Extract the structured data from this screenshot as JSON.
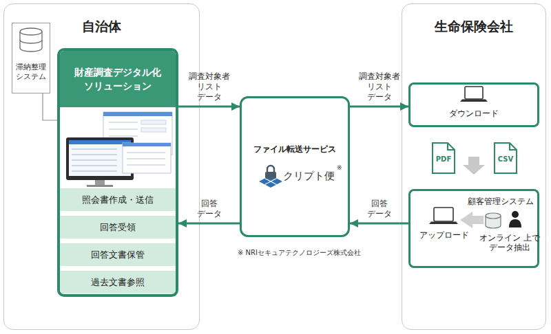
{
  "diagram": {
    "nodes": [
      {
        "text": [
          "自治体"
        ]
      },
      {
        "text": [
          "滞納整理 システム"
        ],
        "in": 0
      },
      {
        "text": [
          "財産調査デジタル化 ソリューション"
        ],
        "in": 0
      },
      {
        "text": [
          "照会書作成・送信"
        ],
        "in": 2
      },
      {
        "text": [
          "回答受領"
        ],
        "in": 2
      },
      {
        "text": [
          "回答文書保管"
        ],
        "in": 2
      },
      {
        "text": [
          "過去文書参照"
        ],
        "in": 2
      },
      {
        "text": [
          "ファイル転送サービス",
          "クリプト便",
          "※"
        ]
      },
      {
        "text": [
          "生命保険会社"
        ]
      },
      {
        "text": [
          "ダウンロード"
        ],
        "in": 8
      },
      {
        "text": [
          "アップロード",
          "顧客管理システム",
          "オンライン 上で データ抽出"
        ],
        "in": 8
      }
    ],
    "edges": [
      {
        "from": 1,
        "to": 2,
        "arrow": "none"
      },
      {
        "from": 2,
        "to": 7,
        "arrow": "to",
        "label": "調査対象者 リスト データ"
      },
      {
        "from": 7,
        "to": 9,
        "arrow": "to",
        "label": "調査対象者 リスト データ"
      },
      {
        "from": 10,
        "to": 7,
        "arrow": "to",
        "label": "回答 データ"
      },
      {
        "from": 7,
        "to": 2,
        "arrow": "to",
        "label": "回答 データ"
      }
    ],
    "labels": [
      "※ NRIセキュアテクノロジーズ株式会社",
      "PDF",
      "CSV"
    ]
  }
}
